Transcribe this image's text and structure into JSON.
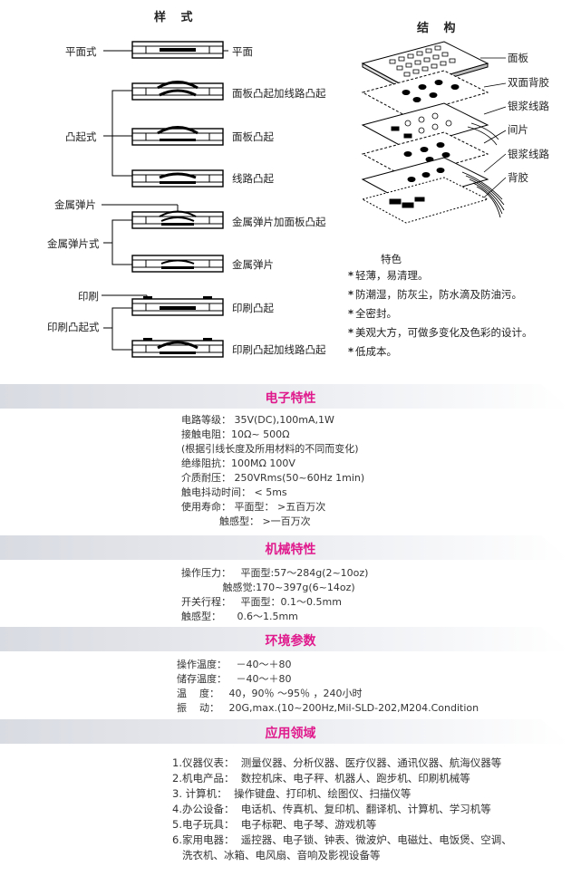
{
  "styles": {
    "heading": "样 式",
    "categories": {
      "flat": "平面式",
      "raised": "凸起式",
      "metal_label": "金属弹片",
      "metal": "金属弹片式",
      "print_label": "印刷",
      "print_raised": "印刷凸起式"
    },
    "items": [
      "平面",
      "面板凸起加线路凸起",
      "面板凸起",
      "线路凸起",
      "金属弹片加面板凸起",
      "金属弹片",
      "印刷凸起",
      "印刷凸起加线路凸起"
    ]
  },
  "structure": {
    "heading": "结 构",
    "layers": [
      "面板",
      "双面背胶",
      "银浆线路",
      "间片",
      "银浆线路",
      "背胶"
    ]
  },
  "features": {
    "title": "特色",
    "items": [
      "轻薄，易清理。",
      "防潮湿，防灰尘，防水滴及防油污。",
      "全密封。",
      "美观大方，可做多变化及色彩的设计。",
      "低成本。"
    ]
  },
  "sections": {
    "electrical": {
      "title": "电子特性",
      "lines": [
        "电路等级： 35V(DC),100mA,1W",
        "接触电阻：10Ω~ 500Ω",
        "(根据引线长度及所用材料的不同而变化)",
        "绝缘阻抗：100MΩ      100V",
        "介质耐压：  250VRms(50~60Hz 1min)",
        "触电抖动时间：  < 5ms",
        "使用寿命：  平面型： >五百万次",
        "            触感型： >一百万次"
      ]
    },
    "mechanical": {
      "title": "机械特性",
      "lines": [
        "操作压力：   平面型:57～284g(2~10oz)",
        "             触感觉:170~397g(6~14oz)",
        "开关行程：   平面型：0.1～0.5mm",
        "触感型：     0.6～1.5mm"
      ]
    },
    "environment": {
      "title": "环境参数",
      "lines": [
        "操作温度：   －40～＋80",
        "储存温度：   －40～＋80",
        "温    度：   40，90％ ～95％ ，240小时",
        "振    动：   20G,max.(10~200Hz,Mil-SLD-202,M204.Condition"
      ]
    },
    "applications": {
      "title": "应用领域",
      "lines": [
        "1.仪器仪表：  测量仪器、分析仪器、医疗仪器、通讯仪器、航海仪器等",
        "2.机电产品：  数控机床、电子秤、机器人、跑步机、印刷机械等",
        "3. 计算机：  操作键盘、打印机、绘图仪、扫描仪等",
        "4.办公设备：  电话机、传真机、复印机、翻译机、计算机、学习机等",
        "5.电子玩具：  电子标靶、电子琴、游戏机等",
        "6.家用电器：  遥控器、电子锁、钟表、微波炉、电磁灶、电饭煲、空调、",
        "   洗衣机、冰箱、电风扇、音响及影视设备等"
      ]
    }
  },
  "colors": {
    "section_title": "#e01a8c",
    "bar_start": "#c9cbd3",
    "bar_end": "#ffffff"
  }
}
